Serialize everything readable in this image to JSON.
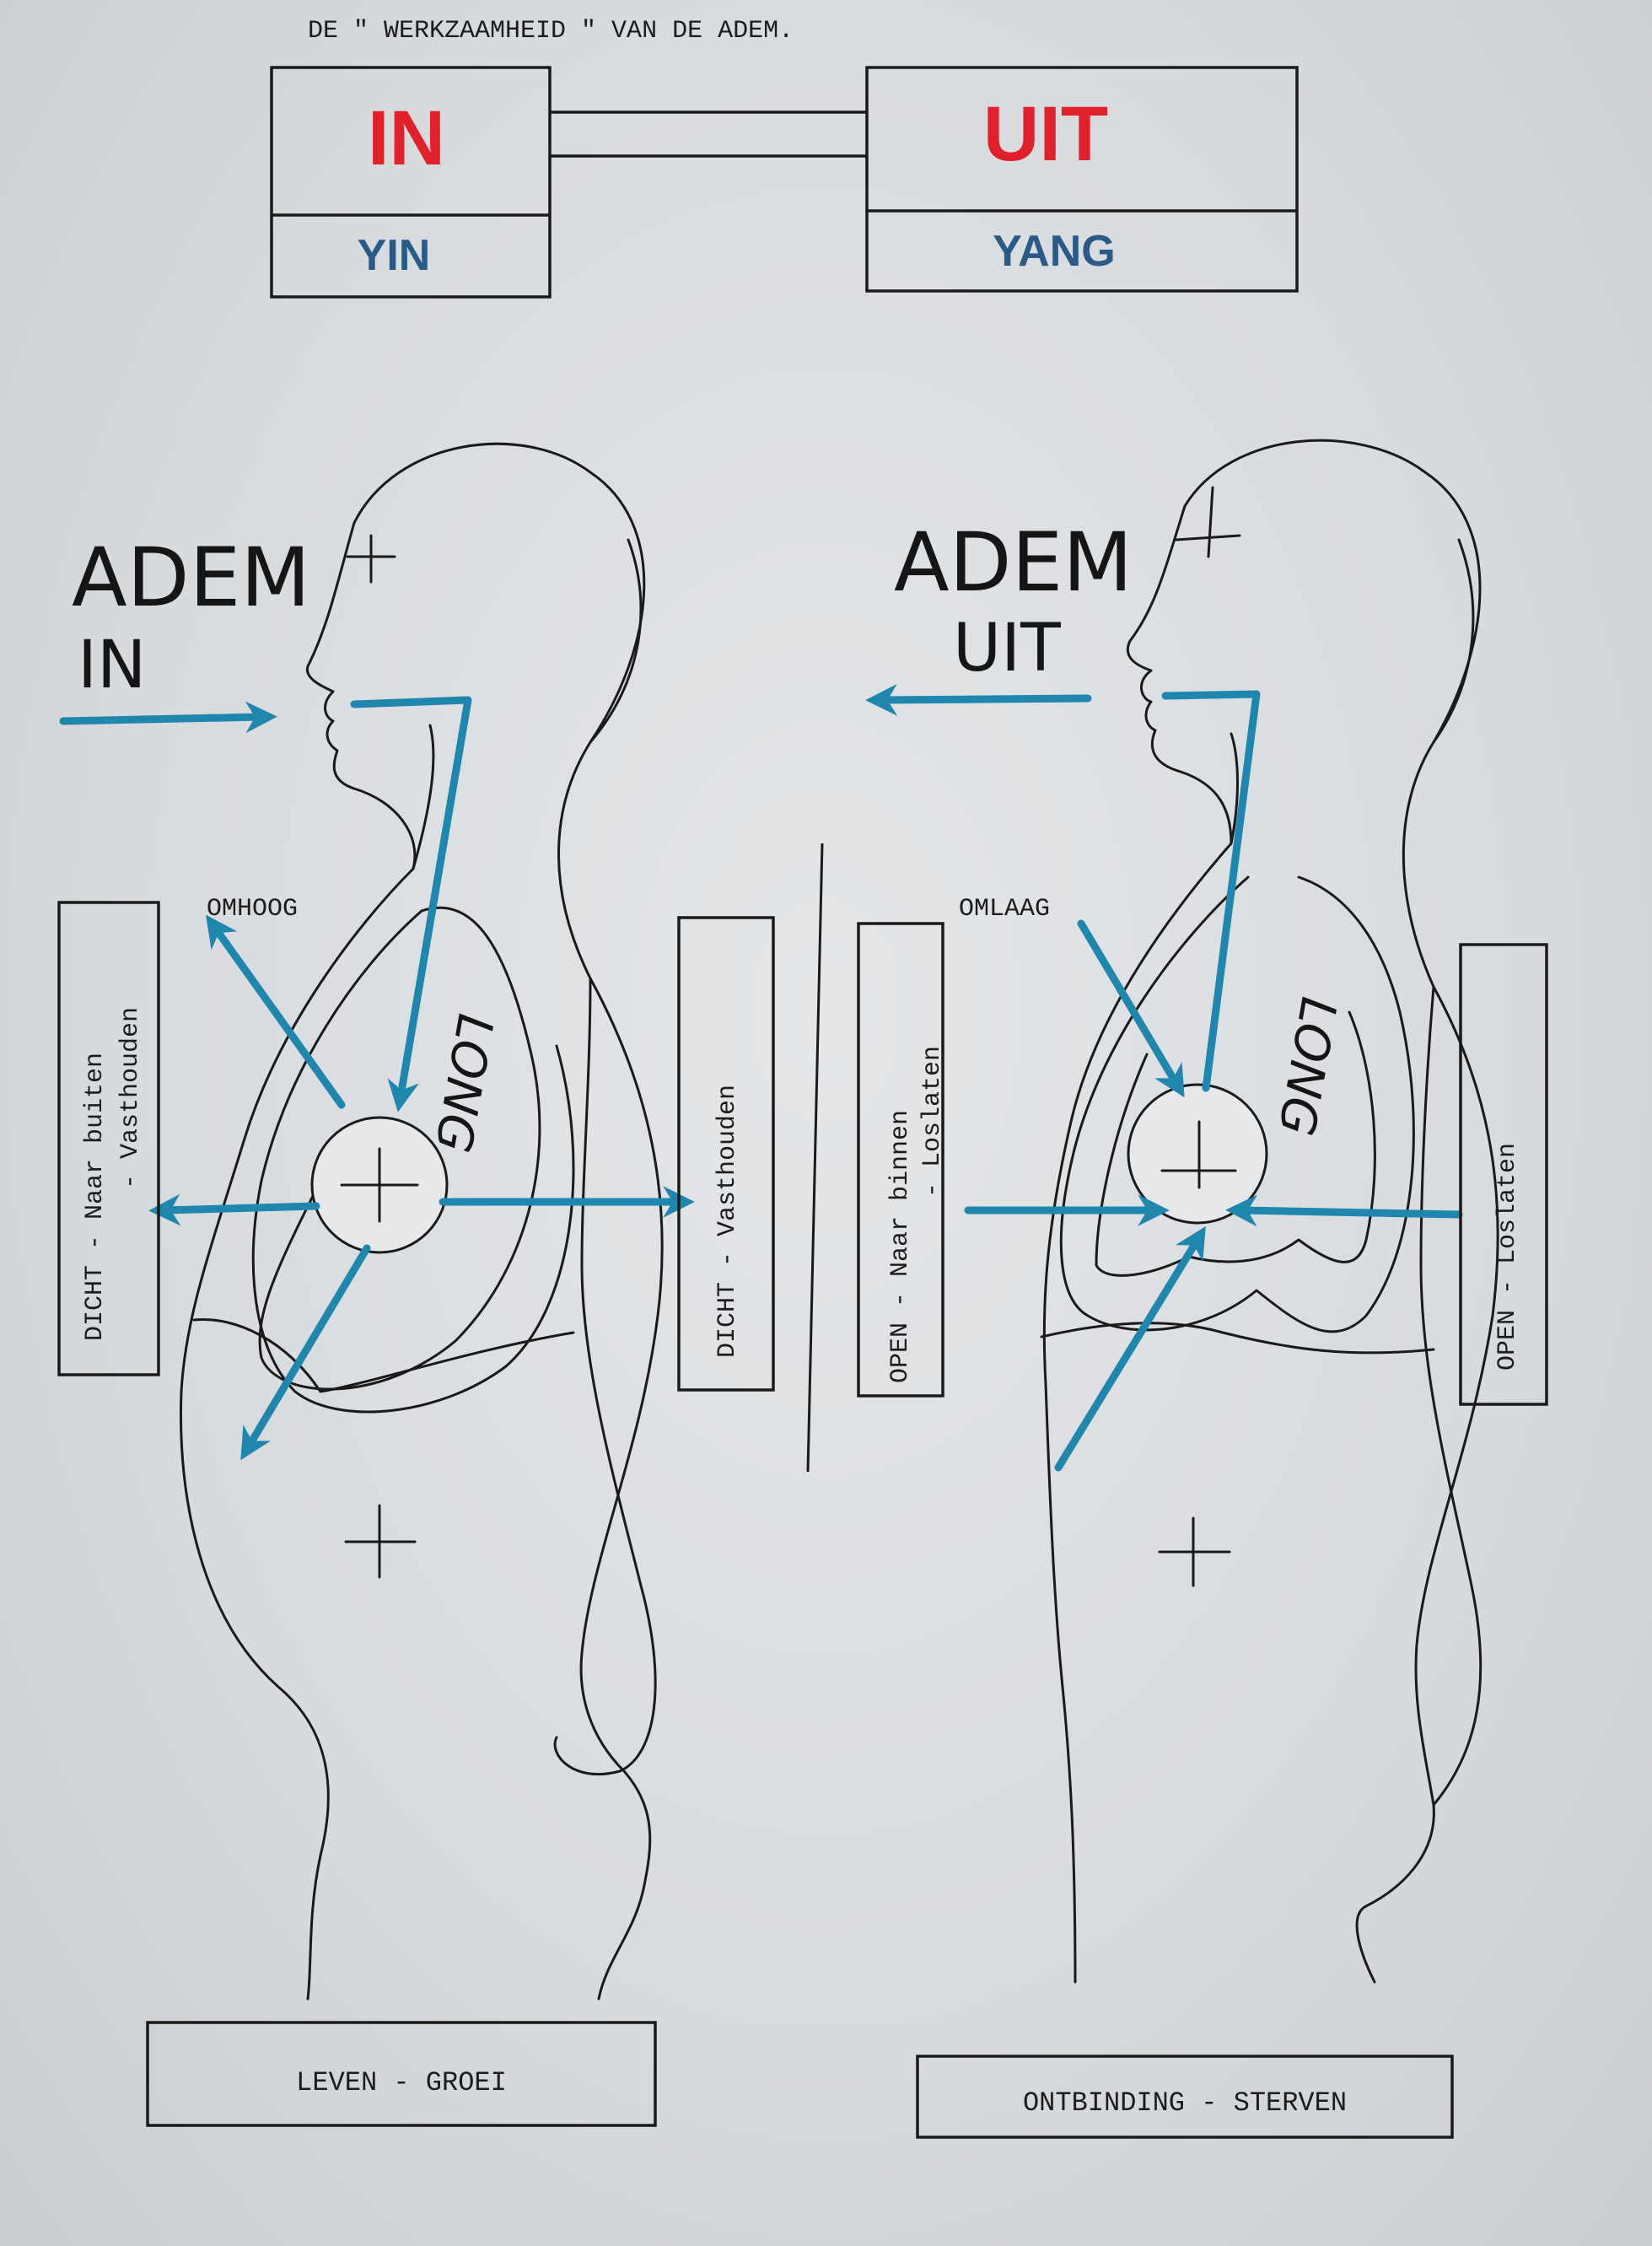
{
  "title": "DE \" WERKZAAMHEID \"  VAN DE ADEM.",
  "boxes": {
    "in_label": "IN",
    "yin_label": "YIN",
    "uit_label": "UIT",
    "yang_label": "YANG"
  },
  "left_figure": {
    "adem": "ADEM",
    "direction": "IN",
    "omhoog": "OMHOOG",
    "long": "LONG",
    "side_left_line1": "DICHT   - Naar buiten",
    "side_left_line2": "- Vasthouden",
    "side_right": "DICHT   - Vasthouden",
    "caption": "LEVEN  -  GROEI"
  },
  "right_figure": {
    "adem": "ADEM",
    "direction": "UIT",
    "omlaag": "OMLAAG",
    "long": "LONG",
    "side_left_line1": "OPEN    - Naar binnen",
    "side_left_line2": "- Loslaten",
    "side_right": "OPEN    - Loslaten",
    "caption": "ONTBINDING  -  STERVEN"
  },
  "colors": {
    "ink": "#1a1a1a",
    "accent_red": "#e0202a",
    "arrow_blue": "#1f86ad",
    "yin_yang_blue": "#2a5a86"
  },
  "icons": [
    "plus-mark",
    "arrow"
  ]
}
